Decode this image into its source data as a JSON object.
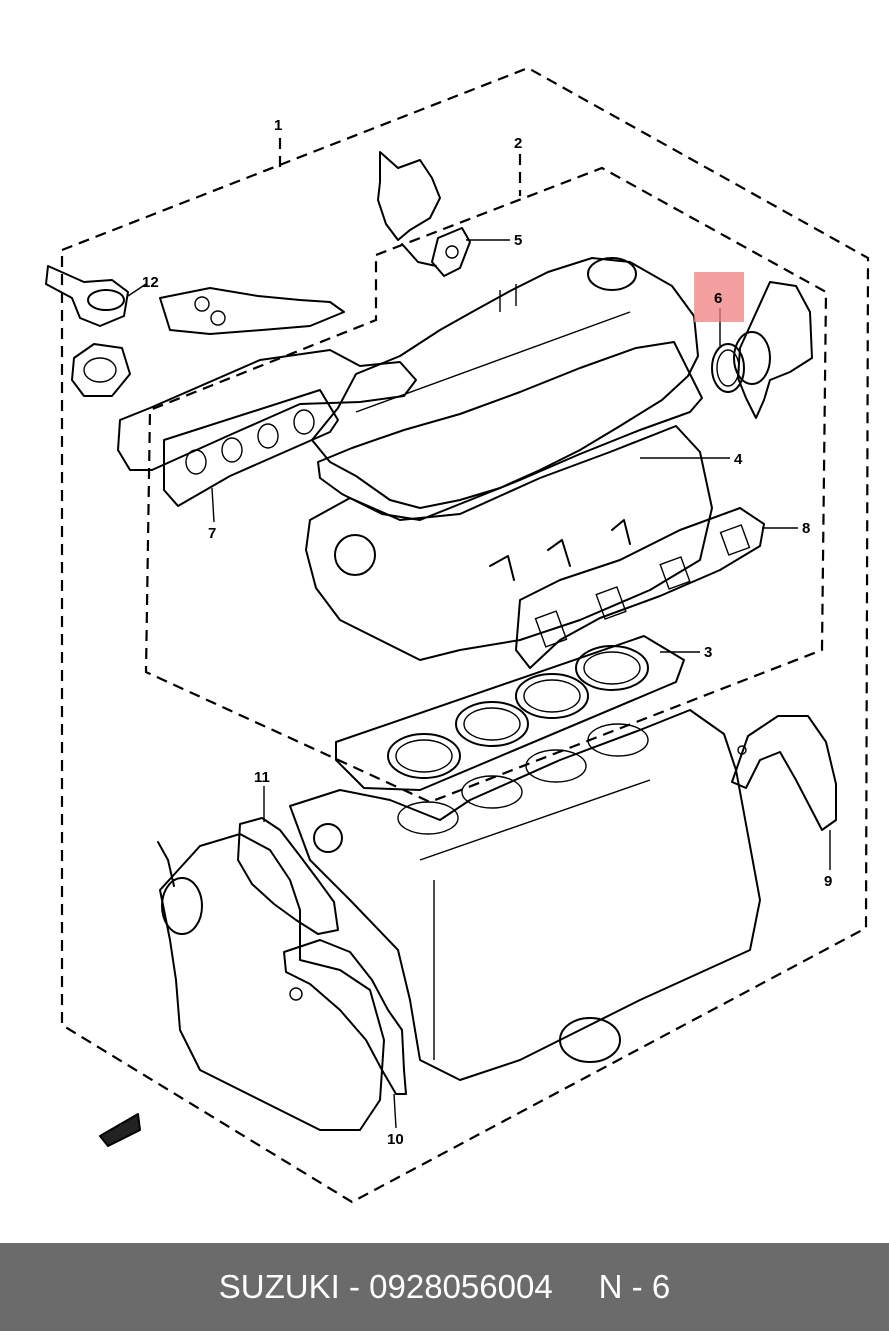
{
  "diagram": {
    "callouts": [
      "1",
      "2",
      "3",
      "4",
      "5",
      "6",
      "7",
      "8",
      "9",
      "10",
      "11",
      "12"
    ],
    "highlighted_callout": "6",
    "highlight_color": "#f08080"
  },
  "footer": {
    "brand": "SUZUKI",
    "separator": " - ",
    "part_number": "0928056004",
    "position": "N - 6",
    "background": "#6b6b6b"
  }
}
